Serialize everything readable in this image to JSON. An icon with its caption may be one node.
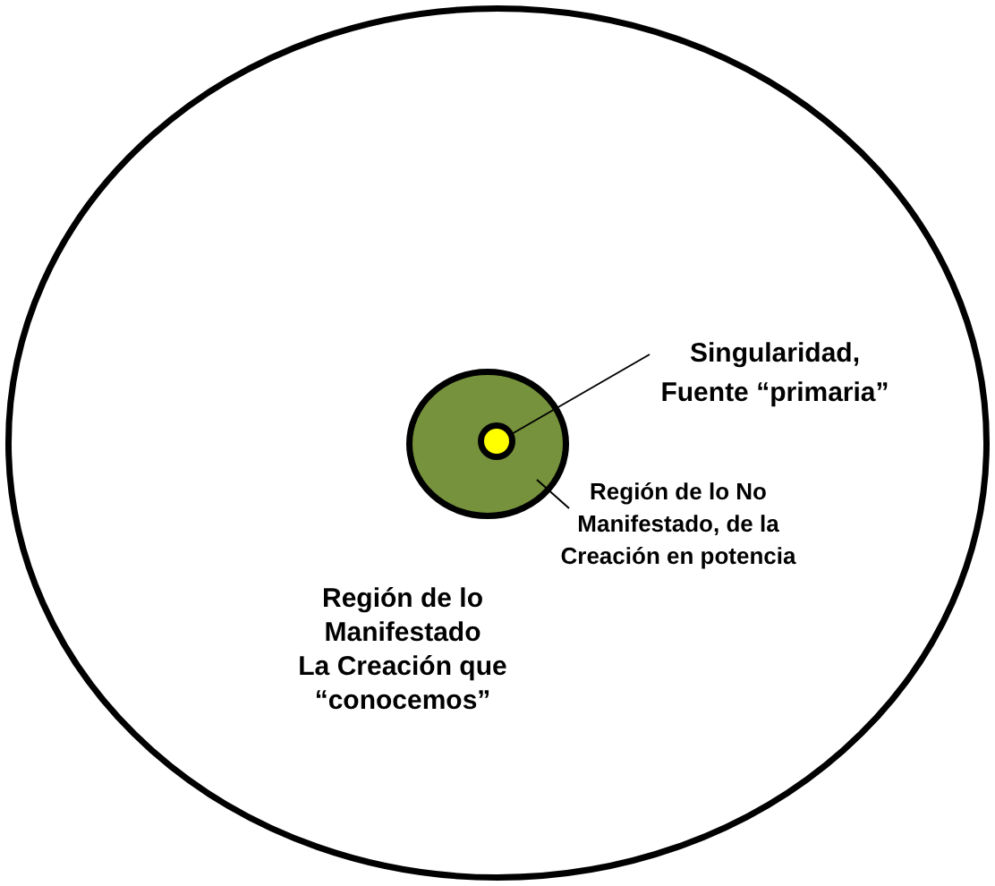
{
  "diagram": {
    "nodes": [
      {
        "text": [
          "Región de lo Manifestado",
          "La Creación que “conocemos”"
        ]
      },
      {
        "text": [],
        "shape": "circle",
        "in": 0
      },
      {
        "text": [],
        "shape": "circle",
        "in": 1
      },
      {
        "text": [
          "Singularidad, Fuente “primaria”"
        ],
        "in": 0
      },
      {
        "text": [
          "Región de lo No Manifestado, de la Creación en potencia"
        ],
        "in": 0
      }
    ],
    "edges": [
      {
        "from": 3,
        "to": 2,
        "arrow": "none"
      },
      {
        "from": 4,
        "to": 1,
        "arrow": "none"
      }
    ]
  }
}
